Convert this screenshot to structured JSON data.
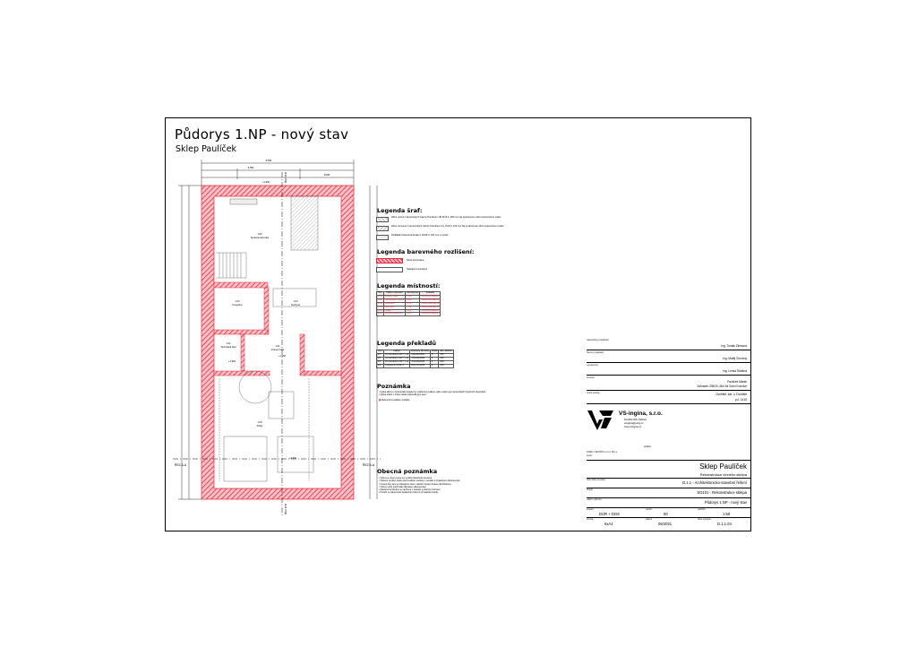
{
  "header": {
    "title": "Půdorys 1.NP - nový stav",
    "subtitle": "Sklep Paulíček"
  },
  "plan": {
    "dims_top": [
      "6750",
      "4750",
      "1000"
    ],
    "section_label_left": "ŘEZ A-A",
    "section_label_right": "ŘEZ A-A",
    "section_b_top": "ŘEZ B-B",
    "section_b_bottom": "ŘEZ B-B",
    "level_marks": [
      "+1,950",
      "+1,950",
      "+1,950",
      "+3,950"
    ],
    "rooms": [
      {
        "num": "1.06",
        "name": "Společenská část"
      },
      {
        "num": "1.03",
        "name": "Koupelna"
      },
      {
        "num": "1.04",
        "name": "Kuchyně"
      },
      {
        "num": "1.02",
        "name": "Technická část"
      },
      {
        "num": "1.01",
        "name": "Vstupní hala"
      },
      {
        "num": "1.05",
        "name": "Pokoj"
      }
    ]
  },
  "legend_hatch": {
    "heading": "Legenda šraf:",
    "items": [
      "Zdivo nosné z keramických tvárnic Porotherm 30 Profi tl. 300 mm Na systémovou zdící tenkovrstvou maltu",
      "Zdivo nenosné z keramických tvárnic Porotherm 11, Profi tl. 115 mm Na systémovou zdící tenkovrstvou maltu",
      "Podkladní betonová deska C 20/25 tl. 150 mm a výztuž"
    ]
  },
  "legend_color": {
    "heading": "Legenda barevného rozlišení:",
    "items": [
      "Nové konstrukce",
      "Stávající konstrukce"
    ]
  },
  "legend_rooms": {
    "heading": "Legenda místností:",
    "columns": [
      "Čís.",
      "Název místnosti",
      "Plocha [m2]",
      "Podlaha"
    ],
    "rows": [
      [
        "1.01",
        "Vstupní hala",
        "7,36",
        "Vinylová podlaha"
      ],
      [
        "1.02",
        "Technická místnost",
        "3,26",
        "Keramická dlažba"
      ],
      [
        "1.03",
        "Koupelna",
        "4,79",
        "Keramická dlažba"
      ],
      [
        "1.04",
        "Kuchyně",
        "7,31",
        "Keramická dlažba"
      ],
      [
        "1.05",
        "Pokoj",
        "21,1",
        "Vinylová podlaha"
      ],
      [
        "1.06",
        "Společenská část",
        "29,1",
        "Vinylová podlaha"
      ]
    ]
  },
  "legend_lintels": {
    "heading": "Legenda překladů",
    "columns": [
      "Ozn.",
      "Název",
      "Rozměry [ŠxVxD]",
      "Počet",
      "Min. uložení"
    ],
    "rows": [
      [
        "P1",
        "2x Porotherm KP7 + 11",
        "70x238x1500",
        "4",
        "125"
      ],
      [
        "P2",
        "3x Porotherm KP7 + 11",
        "70x238x1500",
        "2",
        "125"
      ],
      [
        "P3",
        "2x Porotherm KP7 + 11",
        "70x238x2500",
        "1",
        "250"
      ],
      [
        "P4",
        "Porotherm KP11,5",
        "145x71x1250",
        "5",
        "125"
      ]
    ]
  },
  "notes": {
    "heading": "Poznámka",
    "items": [
      "Výška sklonu v horizontální projekci je vztažena k podlaze výšky ostění typu keramických lineárních zaměnitelů",
      "Výška ostění v hrubé stavbě odpovídá typu oken",
      "Referenční podlaha / podlaha"
    ]
  },
  "general_notes": {
    "heading": "Obecná poznámka",
    "items": [
      "Výkres je určen pouze pro vydání stavebního povolení",
      "Veškeré výrobky budou před realizací ověřeny v souladu s projektovou dokumentací",
      "Úroveň kóty jsou ve stávajícím stavu, stavební úpravy budou přizpůsobeny",
      "Výkres nelze použít jako dílenskou dokumentaci",
      "Stavební konstrukce je navržena v souladu s platnými normami",
      "Potrubí ve stěně bude dodatečně ověřeno při realizaci stavby"
    ]
  },
  "titleblock": {
    "labels": {
      "responsible": "odpovědný projektant",
      "designer": "hlavní projektant",
      "drawn": "vypracoval",
      "investor": "investor",
      "site": "místo stavby",
      "project": "část dokumentace",
      "object": "objekt",
      "drawing": "název výkresu",
      "stage": "stupeň",
      "format": "formát",
      "index": "revize",
      "scale": "měřítko",
      "date": "datum",
      "drawing_no": "číslo výkresu",
      "north": "sever",
      "coords": "0,000 = 424,570 m n.m. B.p.v."
    },
    "responsible_name": "Ing. Tomáš Zikmund",
    "designer_name": "Ing. Matěj Červený",
    "drawn_name": "Ing. Lenka Šťastná",
    "investor_name": "Pavlíček Marek",
    "investor_address": "Zahradní 208/20, 664 64 Dolní Kounice",
    "site_name": "Dvořiště, kat. ú. Dvořiště",
    "site_parcel": "p.č. 1415",
    "company_name": "VS-ingina, s.r.o.",
    "company_lines": [
      "Dvořiště 208, Žabčice",
      "vsingina@vsing.cz",
      "www.vsingina.cz"
    ],
    "project_title": "Sklep Paulíček",
    "project_subtitle": "Rekonstrukce vinného sklepa",
    "part": "D.1.1 - Architektonicko-stavební řešení",
    "object_name": "SO101 - Rekonstrukce sklepa",
    "drawing_name": "Půdorys 1.NP - nový stav",
    "stage": "DÚR + DOS",
    "format": "6xA4",
    "revision": "00",
    "scale": "1:50",
    "date": "06/2021",
    "drawing_no": "D.1.1.04",
    "signature_label": "podpis"
  },
  "colors": {
    "new_wall": "#e8283b",
    "existing": "#555555",
    "ink": "#000000"
  }
}
